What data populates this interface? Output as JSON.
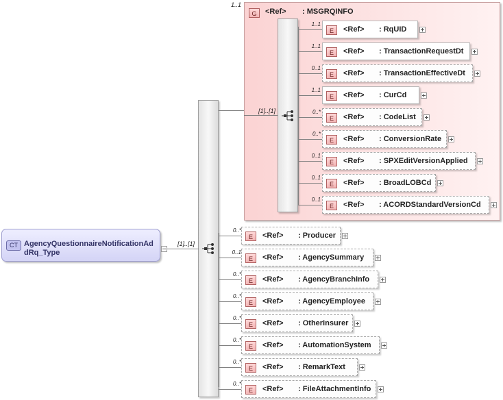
{
  "root": {
    "badge": "CT",
    "name": "AgencyQuestionnaireNotificationAddRq_Type",
    "sequence_cardinality": "[1]..[1]"
  },
  "group": {
    "badge": "G",
    "ref": "<Ref>",
    "name": ": MSGRQINFO",
    "cardinality": "1..1",
    "sequence_cardinality": "[1]..[1]",
    "elements": [
      {
        "badge": "E",
        "ref": "<Ref>",
        "name": ": RqUID",
        "cardinality": "1..1",
        "optional": false
      },
      {
        "badge": "E",
        "ref": "<Ref>",
        "name": ": TransactionRequestDt",
        "cardinality": "1..1",
        "optional": false
      },
      {
        "badge": "E",
        "ref": "<Ref>",
        "name": ": TransactionEffectiveDt",
        "cardinality": "0..1",
        "optional": true
      },
      {
        "badge": "E",
        "ref": "<Ref>",
        "name": ": CurCd",
        "cardinality": "1..1",
        "optional": false
      },
      {
        "badge": "E",
        "ref": "<Ref>",
        "name": ": CodeList",
        "cardinality": "0..*",
        "optional": true
      },
      {
        "badge": "E",
        "ref": "<Ref>",
        "name": ": ConversionRate",
        "cardinality": "0..*",
        "optional": true
      },
      {
        "badge": "E",
        "ref": "<Ref>",
        "name": ": SPXEditVersionApplied",
        "cardinality": "0..1",
        "optional": true
      },
      {
        "badge": "E",
        "ref": "<Ref>",
        "name": ": BroadLOBCd",
        "cardinality": "0..1",
        "optional": true
      },
      {
        "badge": "E",
        "ref": "<Ref>",
        "name": ": ACORDStandardVersionCd",
        "cardinality": "0..1",
        "optional": true
      }
    ]
  },
  "elements": [
    {
      "badge": "E",
      "ref": "<Ref>",
      "name": ": Producer",
      "cardinality": "0..*"
    },
    {
      "badge": "E",
      "ref": "<Ref>",
      "name": ": AgencySummary",
      "cardinality": "0..1"
    },
    {
      "badge": "E",
      "ref": "<Ref>",
      "name": ": AgencyBranchInfo",
      "cardinality": "0..*"
    },
    {
      "badge": "E",
      "ref": "<Ref>",
      "name": ": AgencyEmployee",
      "cardinality": "0..*"
    },
    {
      "badge": "E",
      "ref": "<Ref>",
      "name": ": OtherInsurer",
      "cardinality": "0..*"
    },
    {
      "badge": "E",
      "ref": "<Ref>",
      "name": ": AutomationSystem",
      "cardinality": "0..*"
    },
    {
      "badge": "E",
      "ref": "<Ref>",
      "name": ": RemarkText",
      "cardinality": "0..*"
    },
    {
      "badge": "E",
      "ref": "<Ref>",
      "name": ": FileAttachmentInfo",
      "cardinality": "0..*"
    }
  ]
}
